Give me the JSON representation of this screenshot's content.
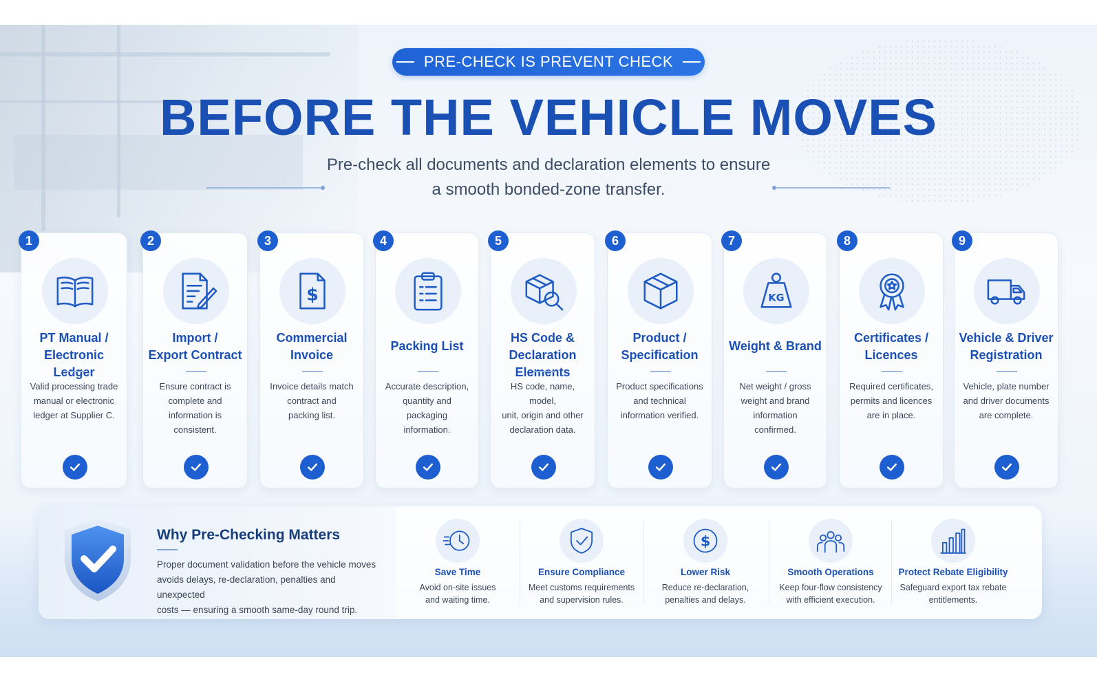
{
  "tagline": "PRE-CHECK IS PREVENT CHECK",
  "headline": "BEFORE THE VEHICLE MOVES",
  "subtitle_lines": [
    "Pre-check all documents and declaration elements to ensure",
    "a smooth bonded-zone transfer."
  ],
  "cards": [
    {
      "number": "1",
      "icon": "book-icon",
      "title_lines": [
        "PT Manual /",
        "Electronic Ledger"
      ],
      "desc_lines": [
        "Valid processing trade",
        "manual or electronic",
        "ledger at Supplier C."
      ]
    },
    {
      "number": "2",
      "icon": "contract-icon",
      "title_lines": [
        "Import /",
        "Export Contract"
      ],
      "desc_lines": [
        "Ensure contract is",
        "complete and",
        "information is",
        "consistent."
      ]
    },
    {
      "number": "3",
      "icon": "invoice-icon",
      "title_lines": [
        "Commercial",
        "Invoice"
      ],
      "desc_lines": [
        "Invoice details match",
        "contract and",
        "packing list."
      ]
    },
    {
      "number": "4",
      "icon": "clipboard-icon",
      "title_lines": [
        "Packing List"
      ],
      "desc_lines": [
        "Accurate description,",
        "quantity and",
        "packaging",
        "information."
      ]
    },
    {
      "number": "5",
      "icon": "box-search-icon",
      "title_lines": [
        "HS Code &",
        "Declaration Elements"
      ],
      "desc_lines": [
        "HS code, name, model,",
        "unit, origin and other",
        "declaration data."
      ]
    },
    {
      "number": "6",
      "icon": "cube-icon",
      "title_lines": [
        "Product /",
        "Specification"
      ],
      "desc_lines": [
        "Product specifications",
        "and technical",
        "information verified."
      ]
    },
    {
      "number": "7",
      "icon": "weight-icon",
      "title_lines": [
        "Weight & Brand"
      ],
      "desc_lines": [
        "Net weight / gross",
        "weight and brand",
        "information",
        "confirmed."
      ]
    },
    {
      "number": "8",
      "icon": "award-icon",
      "title_lines": [
        "Certificates /",
        "Licences"
      ],
      "desc_lines": [
        "Required certificates,",
        "permits and licences",
        "are in place."
      ]
    },
    {
      "number": "9",
      "icon": "truck-icon",
      "title_lines": [
        "Vehicle & Driver",
        "Registration"
      ],
      "desc_lines": [
        "Vehicle, plate number",
        "and driver documents",
        "are complete."
      ]
    }
  ],
  "why": {
    "title": "Why Pre-Checking Matters",
    "text_lines": [
      "Proper document validation before the vehicle moves",
      "avoids delays, re-declaration, penalties and unexpected",
      "costs — ensuring a smooth same-day round trip."
    ]
  },
  "benefits": [
    {
      "icon": "clock-icon",
      "title": "Save Time",
      "desc_lines": [
        "Avoid on-site issues",
        "and waiting time."
      ]
    },
    {
      "icon": "shield-check-icon",
      "title": "Ensure Compliance",
      "desc_lines": [
        "Meet customs requirements",
        "and supervision rules."
      ]
    },
    {
      "icon": "dollar-icon",
      "title": "Lower Risk",
      "desc_lines": [
        "Reduce re-declaration,",
        "penalties and delays."
      ]
    },
    {
      "icon": "team-icon",
      "title": "Smooth Operations",
      "desc_lines": [
        "Keep four-flow consistency",
        "with efficient execution."
      ]
    },
    {
      "icon": "bar-chart-icon",
      "title": "Protect Rebate Eligibility",
      "desc_lines": [
        "Safeguard export tax rebate",
        "entitlements."
      ]
    }
  ],
  "colors": {
    "primary": "#1d5fd0",
    "headline": "#1a4fb4",
    "icon": "#1f5bc4"
  }
}
